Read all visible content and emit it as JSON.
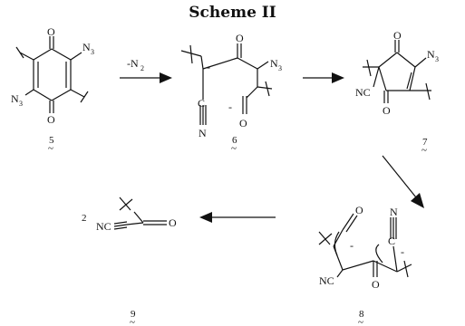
{
  "scheme_title": "Scheme II",
  "arrow_label": "-N2",
  "arrow_label_main": "-N",
  "arrow_label_sub": "2",
  "atoms": {
    "O": "O",
    "N": "N",
    "N3_main": "N",
    "N3_sub": "3",
    "NC": "NC",
    "N_upper": "N",
    "minus": "-",
    "tilde": "~"
  },
  "compounds": [
    {
      "id": "5",
      "label": "5"
    },
    {
      "id": "6",
      "label": "6"
    },
    {
      "id": "7",
      "label": "7"
    },
    {
      "id": "8",
      "label": "8"
    },
    {
      "id": "9",
      "label": "9"
    },
    {
      "id": "2",
      "label": "2"
    }
  ]
}
